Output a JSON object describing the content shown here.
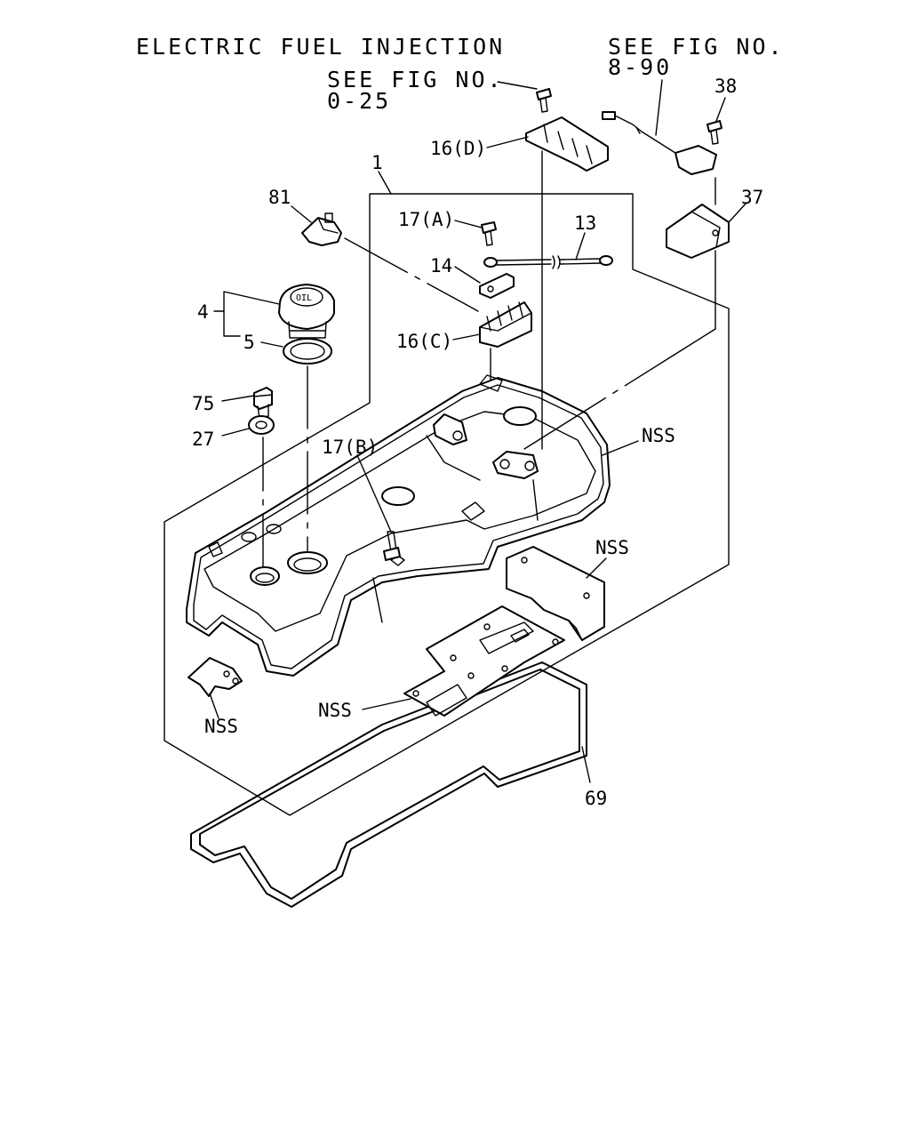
{
  "headers": {
    "efi": "ELECTRIC FUEL INJECTION",
    "see_fig_right_1": "SEE FIG NO.",
    "see_fig_right_2": "8-90",
    "see_fig_left_1": "SEE FIG NO.",
    "see_fig_left_2": "0-25"
  },
  "callouts": {
    "p1": "1",
    "p4": "4",
    "p5": "5",
    "p13": "13",
    "p14": "14",
    "p16c": "16(C)",
    "p16d": "16(D)",
    "p17a": "17(A)",
    "p17b": "17(B)",
    "p27": "27",
    "p37": "37",
    "p38": "38",
    "p69": "69",
    "p75": "75",
    "p81": "81",
    "nss_right_top": "NSS",
    "nss_right_mid": "NSS",
    "nss_left": "NSS",
    "nss_plate": "NSS"
  },
  "cap_marking": "OIL"
}
